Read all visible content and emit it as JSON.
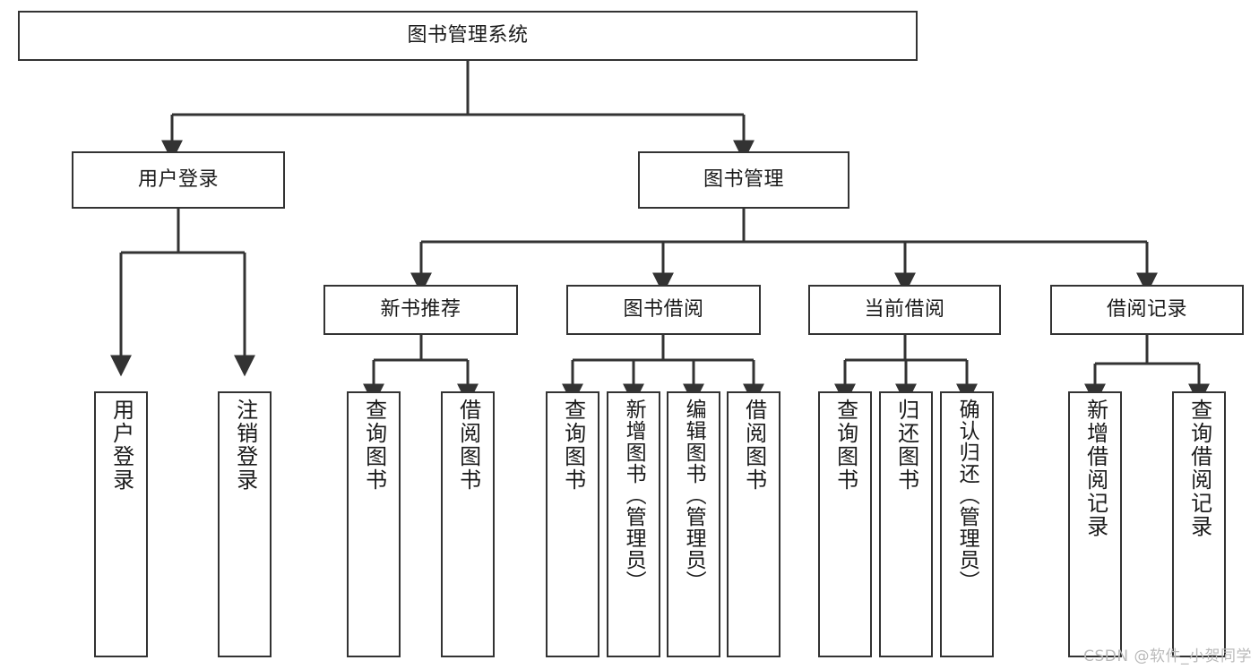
{
  "diagram": {
    "title": "图书管理系统",
    "watermark": "CSDN @软件_小贺同学",
    "stroke_color": "#333333",
    "fill_color": "#ffffff",
    "text_color": "#1a1a1a",
    "levels": {
      "level1": [
        {
          "id": "root",
          "label": "图书管理系统"
        }
      ],
      "level2": [
        {
          "id": "user-login",
          "label": "用户登录"
        },
        {
          "id": "book-manage",
          "label": "图书管理"
        }
      ],
      "level3": [
        {
          "id": "new-book-rec",
          "label": "新书推荐"
        },
        {
          "id": "book-borrow",
          "label": "图书借阅"
        },
        {
          "id": "current-borrow",
          "label": "当前借阅"
        },
        {
          "id": "borrow-record",
          "label": "借阅记录"
        }
      ],
      "level4": {
        "user_login_children": [
          {
            "id": "leaf-user-login",
            "label": "用户登录"
          },
          {
            "id": "leaf-logout",
            "label": "注销登录"
          }
        ],
        "new_book_rec_children": [
          {
            "id": "leaf-query-book-1",
            "label": "查询图书"
          },
          {
            "id": "leaf-borrow-book-1",
            "label": "借阅图书"
          }
        ],
        "book_borrow_children": [
          {
            "id": "leaf-query-book-2",
            "label": "查询图书"
          },
          {
            "id": "leaf-add-book",
            "label": "新增图书（管理员）"
          },
          {
            "id": "leaf-edit-book",
            "label": "编辑图书（管理员）"
          },
          {
            "id": "leaf-borrow-book-2",
            "label": "借阅图书"
          }
        ],
        "current_borrow_children": [
          {
            "id": "leaf-query-book-3",
            "label": "查询图书"
          },
          {
            "id": "leaf-return-book",
            "label": "归还图书"
          },
          {
            "id": "leaf-confirm-return",
            "label": "确认归还（管理员）"
          }
        ],
        "borrow_record_children": [
          {
            "id": "leaf-add-record",
            "label": "新增借阅记录"
          },
          {
            "id": "leaf-query-record",
            "label": "查询借阅记录"
          }
        ]
      }
    }
  }
}
